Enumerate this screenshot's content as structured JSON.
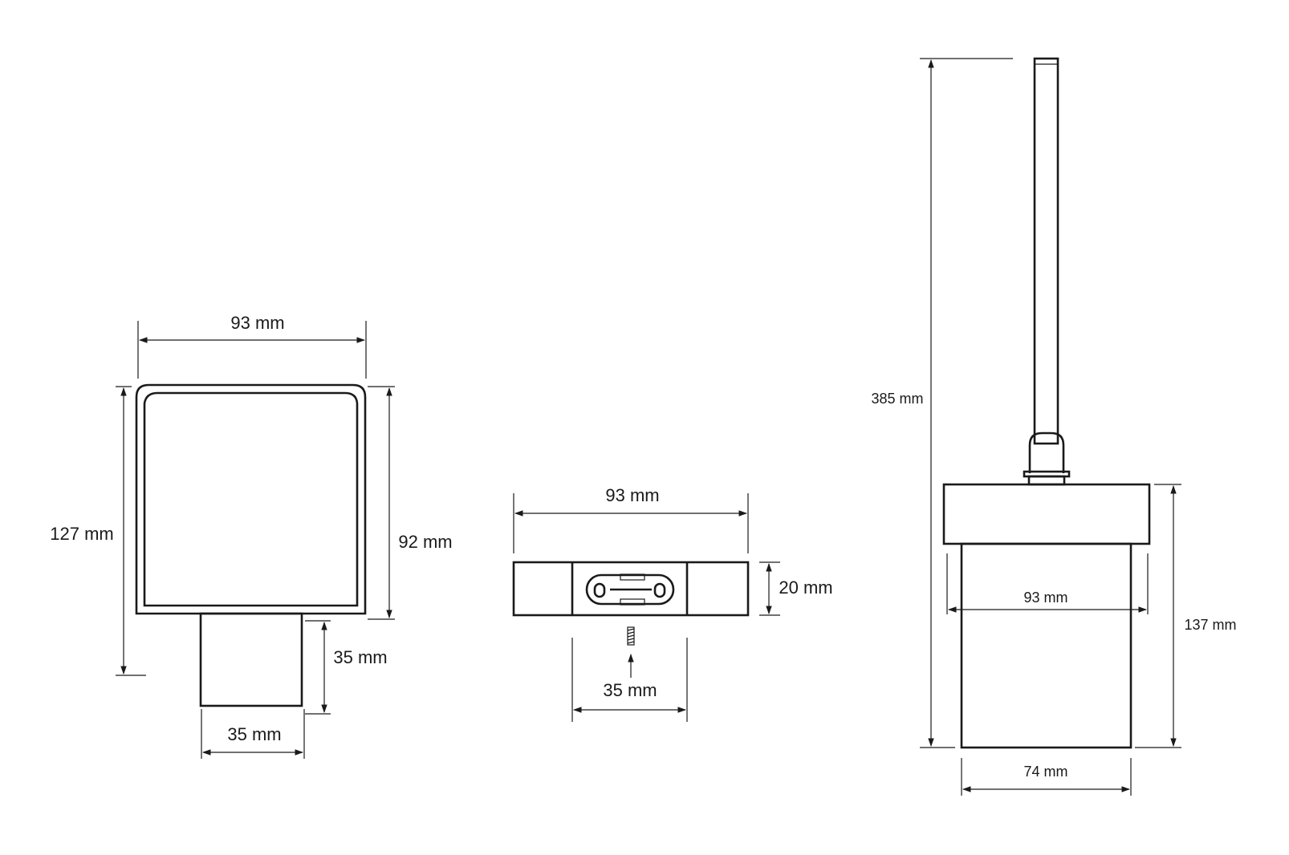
{
  "dimensions": {
    "front_width": "93 mm",
    "front_total_height": "127 mm",
    "front_cup_height": "92 mm",
    "front_stem_height": "35 mm",
    "front_stem_width": "35 mm",
    "plate_width": "93 mm",
    "plate_height": "20 mm",
    "plate_screw_spacing": "35 mm",
    "holder_total_height": "385 mm",
    "holder_width": "93 mm",
    "holder_height": "137 mm",
    "holder_bottom_width": "74 mm"
  },
  "colors": {
    "line": "#1a1a1a",
    "background": "#ffffff"
  }
}
